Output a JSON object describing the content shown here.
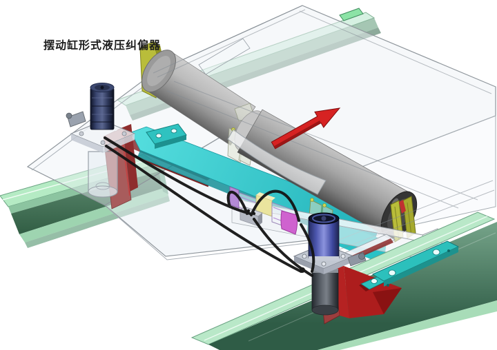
{
  "label": {
    "text": "摆动缸形式液压纠偏器"
  },
  "arrow": {
    "symbol": "belt-travel-arrow",
    "direction": "up-right",
    "color": "#d62222"
  },
  "palette": {
    "background": "#ffffff",
    "glass_deck": "#eef2f6",
    "outline_gray": "#8f969c",
    "roller_gray": "#9a9a9a",
    "roller_dark_end": "#3a3a3a",
    "bracket_olive": "#b9bd3a",
    "rail_green_light": "#b5ebc4",
    "rail_green_dark": "#35614a",
    "belt_cyan": "#2fc8cc",
    "plate_teal": "#2cc0bc",
    "support_red": "#b02020",
    "support_maroon": "#8a1515",
    "cylinder_navy": "#2c3350",
    "cylinder_blue": "#4b55ad",
    "cylinder_gunmetal": "#565c64",
    "cap_magenta": "#cf62cf",
    "frame_lavender": "#b48ad6",
    "block_yellow": "#eae49e",
    "hose_black": "#141414",
    "arrow_red": "#d62222"
  },
  "components": [
    "transparent-belt-deck",
    "carrying-roller-rear",
    "carrying-roller-front",
    "roller-bracket-left",
    "roller-bracket-right",
    "swing-hydraulic-cylinder",
    "hydraulic-valve-block",
    "hydraulic-hoses",
    "hydraulic-actuator-left",
    "hydraulic-actuator-right",
    "support-bracket-left",
    "support-bracket-right",
    "mounting-plate-left",
    "mounting-plate-right",
    "frame-rail-upper",
    "frame-rail-left",
    "frame-rail-right",
    "belt-band",
    "belt-travel-arrow"
  ]
}
